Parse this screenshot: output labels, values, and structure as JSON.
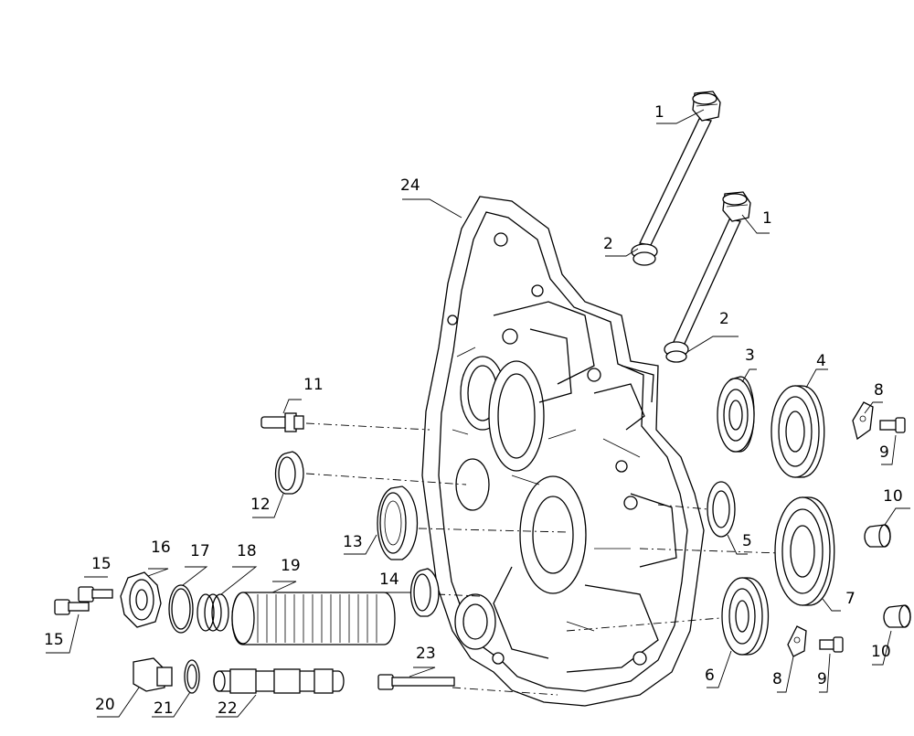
{
  "diagram": {
    "labels": [
      {
        "id": "l1a",
        "text": "1"
      },
      {
        "id": "l1b",
        "text": "1"
      },
      {
        "id": "l2a",
        "text": "2"
      },
      {
        "id": "l2b",
        "text": "2"
      },
      {
        "id": "l3",
        "text": "3"
      },
      {
        "id": "l4",
        "text": "4"
      },
      {
        "id": "l5",
        "text": "5"
      },
      {
        "id": "l6",
        "text": "6"
      },
      {
        "id": "l7",
        "text": "7"
      },
      {
        "id": "l8a",
        "text": "8"
      },
      {
        "id": "l8b",
        "text": "8"
      },
      {
        "id": "l9a",
        "text": "9"
      },
      {
        "id": "l9b",
        "text": "9"
      },
      {
        "id": "l10a",
        "text": "10"
      },
      {
        "id": "l10b",
        "text": "10"
      },
      {
        "id": "l11",
        "text": "11"
      },
      {
        "id": "l12",
        "text": "12"
      },
      {
        "id": "l13",
        "text": "13"
      },
      {
        "id": "l14",
        "text": "14"
      },
      {
        "id": "l15a",
        "text": "15"
      },
      {
        "id": "l15b",
        "text": "15"
      },
      {
        "id": "l16",
        "text": "16"
      },
      {
        "id": "l17",
        "text": "17"
      },
      {
        "id": "l18",
        "text": "18"
      },
      {
        "id": "l19",
        "text": "19"
      },
      {
        "id": "l20",
        "text": "20"
      },
      {
        "id": "l21",
        "text": "21"
      },
      {
        "id": "l22",
        "text": "22"
      },
      {
        "id": "l23",
        "text": "23"
      },
      {
        "id": "l24",
        "text": "24"
      }
    ]
  }
}
